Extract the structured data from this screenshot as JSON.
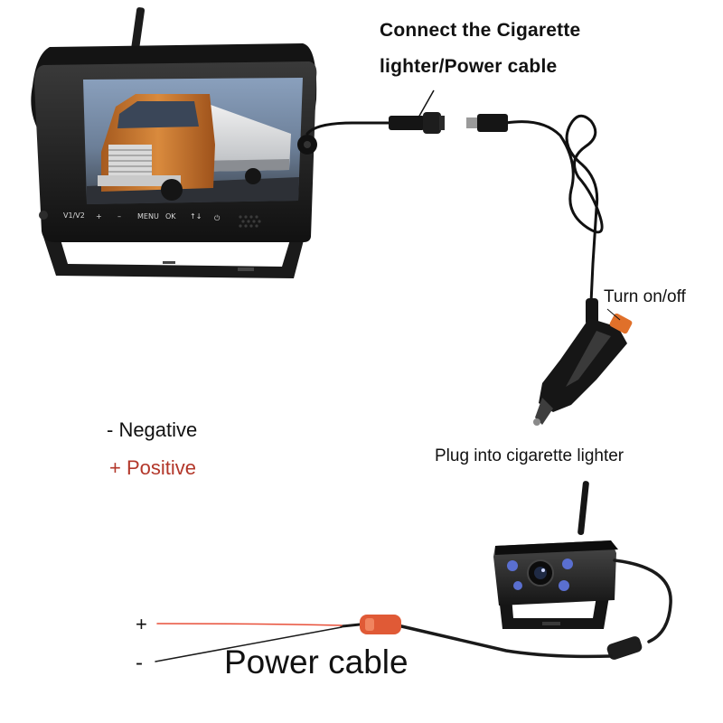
{
  "labels": {
    "title_line1": "Connect the Cigarette",
    "title_line2": "lighter/Power cable",
    "turn_on_off": "Turn on/off",
    "plug_into": "Plug into cigarette lighter",
    "negative": "- Negative",
    "positive": "+ Positive",
    "plus_mark": "+",
    "minus_mark": "-",
    "power_cable": "Power cable"
  },
  "monitor": {
    "buttons": [
      "V1/V2",
      "+",
      "–",
      "MENU",
      "OK",
      "↑↓",
      "⏻"
    ]
  },
  "colors": {
    "positive_text": "#b3372a",
    "positive_wire": "#e8503a",
    "cable": "#111111",
    "switch": "#e0702a",
    "camera_led": "#5a6fd0",
    "truck_cab": "#c8762e",
    "sky": "#6e86a6"
  },
  "icons": [
    "power-icon",
    "antenna-icon",
    "camera-lens-icon",
    "ir-led-icon"
  ]
}
